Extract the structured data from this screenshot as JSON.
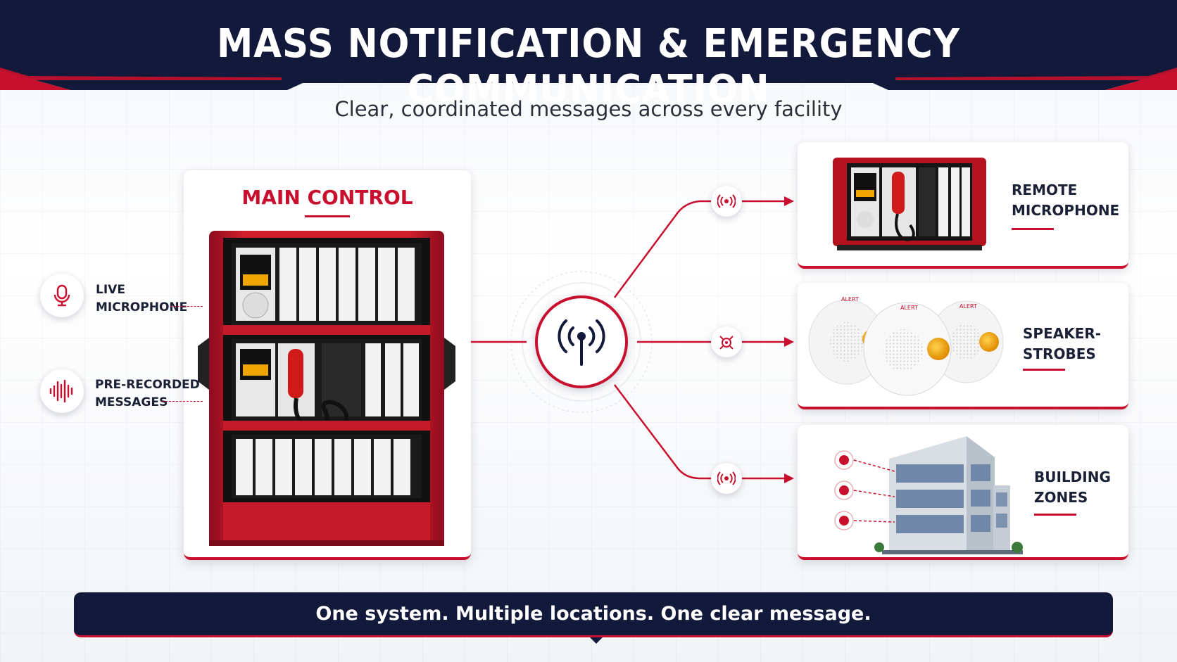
{
  "header": {
    "title": "MASS NOTIFICATION & EMERGENCY COMMUNICATION",
    "subtitle": "Clear, coordinated messages across every facility"
  },
  "main_control": {
    "title": "MAIN CONTROL"
  },
  "inputs": [
    {
      "line1": "LIVE",
      "line2": "MICROPHONE",
      "icon": "microphone-icon"
    },
    {
      "line1": "PRE-RECORDED",
      "line2": "MESSAGES",
      "icon": "soundwave-icon"
    }
  ],
  "hub": {
    "icon": "broadcast-antenna-icon"
  },
  "outputs": [
    {
      "line1": "REMOTE",
      "line2": "MICROPHONE",
      "icon": "signal-icon"
    },
    {
      "line1": "SPEAKER-",
      "line2": "STROBES",
      "icon": "alarm-icon"
    },
    {
      "line1": "BUILDING",
      "line2": "ZONES",
      "icon": "signal-icon"
    }
  ],
  "strobe_labels": {
    "a": "ALERT",
    "b": "ALERT",
    "c": "ALERT"
  },
  "footer": {
    "tagline": "One system. Multiple locations. One clear message."
  },
  "colors": {
    "navy": "#12193a",
    "red": "#c8102e",
    "amber": "#f0a500"
  }
}
